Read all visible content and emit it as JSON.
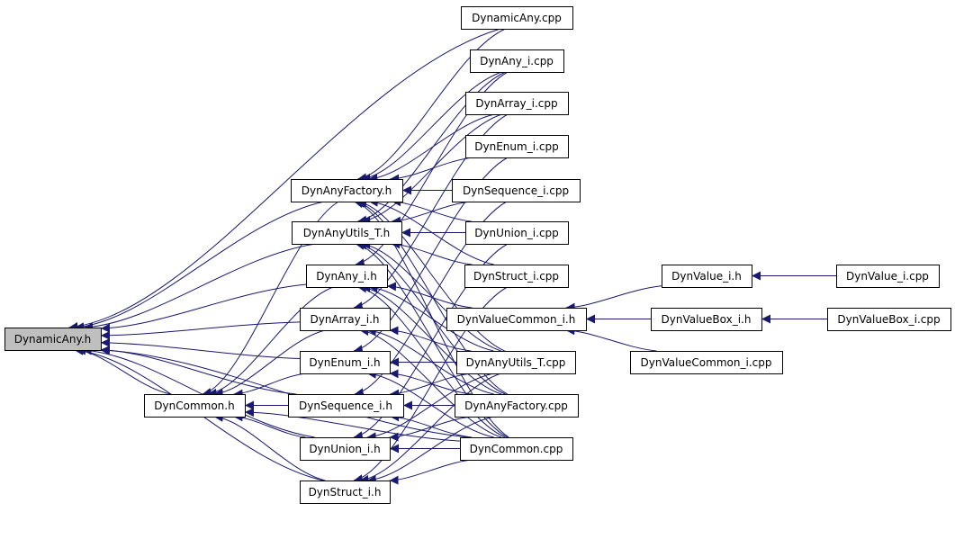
{
  "graph": {
    "title": "",
    "colors": {
      "edge": "#191970",
      "node_fill": "#ffffff",
      "focus_fill": "#bfbfbf",
      "border": "#000000"
    },
    "nodes": [
      {
        "id": "dynamicany_h",
        "label": "DynamicAny.h",
        "focus": true
      },
      {
        "id": "dyncommon_h",
        "label": "DynCommon.h"
      },
      {
        "id": "dynanyfactory_h",
        "label": "DynAnyFactory.h"
      },
      {
        "id": "dynanyutils_t_h",
        "label": "DynAnyUtils_T.h"
      },
      {
        "id": "dynany_i_h",
        "label": "DynAny_i.h"
      },
      {
        "id": "dynarray_i_h",
        "label": "DynArray_i.h"
      },
      {
        "id": "dynenum_i_h",
        "label": "DynEnum_i.h"
      },
      {
        "id": "dynsequence_i_h",
        "label": "DynSequence_i.h"
      },
      {
        "id": "dynunion_i_h",
        "label": "DynUnion_i.h"
      },
      {
        "id": "dynstruct_i_h",
        "label": "DynStruct_i.h"
      },
      {
        "id": "dynamicany_cpp",
        "label": "DynamicAny.cpp"
      },
      {
        "id": "dynany_i_cpp",
        "label": "DynAny_i.cpp"
      },
      {
        "id": "dynarray_i_cpp",
        "label": "DynArray_i.cpp"
      },
      {
        "id": "dynenum_i_cpp",
        "label": "DynEnum_i.cpp"
      },
      {
        "id": "dynsequence_i_cpp",
        "label": "DynSequence_i.cpp"
      },
      {
        "id": "dynunion_i_cpp",
        "label": "DynUnion_i.cpp"
      },
      {
        "id": "dynstruct_i_cpp",
        "label": "DynStruct_i.cpp"
      },
      {
        "id": "dynvaluecommon_i_h",
        "label": "DynValueCommon_i.h"
      },
      {
        "id": "dynanyutils_t_cpp",
        "label": "DynAnyUtils_T.cpp"
      },
      {
        "id": "dynanyfactory_cpp",
        "label": "DynAnyFactory.cpp"
      },
      {
        "id": "dyncommon_cpp",
        "label": "DynCommon.cpp"
      },
      {
        "id": "dynvalue_i_h",
        "label": "DynValue_i.h"
      },
      {
        "id": "dynvaluebox_i_h",
        "label": "DynValueBox_i.h"
      },
      {
        "id": "dynvaluecommon_i_cpp",
        "label": "DynValueCommon_i.cpp"
      },
      {
        "id": "dynvalue_i_cpp",
        "label": "DynValue_i.cpp"
      },
      {
        "id": "dynvaluebox_i_cpp",
        "label": "DynValueBox_i.cpp"
      }
    ],
    "edges": [
      [
        "dynamicany_h",
        "dynamicany_cpp"
      ],
      [
        "dynamicany_h",
        "dynanyfactory_h"
      ],
      [
        "dynamicany_h",
        "dynanyutils_t_h"
      ],
      [
        "dynamicany_h",
        "dynany_i_h"
      ],
      [
        "dynamicany_h",
        "dynarray_i_h"
      ],
      [
        "dynamicany_h",
        "dynenum_i_h"
      ],
      [
        "dynamicany_h",
        "dyncommon_h"
      ],
      [
        "dynamicany_h",
        "dynsequence_i_h"
      ],
      [
        "dynamicany_h",
        "dynunion_i_h"
      ],
      [
        "dynamicany_h",
        "dynstruct_i_h"
      ],
      [
        "dynamicany_h",
        "dyncommon_cpp"
      ],
      [
        "dyncommon_h",
        "dynanyfactory_h"
      ],
      [
        "dyncommon_h",
        "dynany_i_h"
      ],
      [
        "dyncommon_h",
        "dynarray_i_h"
      ],
      [
        "dyncommon_h",
        "dynenum_i_h"
      ],
      [
        "dyncommon_h",
        "dynsequence_i_h"
      ],
      [
        "dyncommon_h",
        "dynunion_i_h"
      ],
      [
        "dyncommon_h",
        "dynstruct_i_h"
      ],
      [
        "dyncommon_h",
        "dyncommon_cpp"
      ],
      [
        "dynanyfactory_h",
        "dynamicany_cpp"
      ],
      [
        "dynanyfactory_h",
        "dynany_i_cpp"
      ],
      [
        "dynanyfactory_h",
        "dynarray_i_cpp"
      ],
      [
        "dynanyfactory_h",
        "dynenum_i_cpp"
      ],
      [
        "dynanyfactory_h",
        "dynsequence_i_cpp"
      ],
      [
        "dynanyfactory_h",
        "dynunion_i_cpp"
      ],
      [
        "dynanyfactory_h",
        "dynstruct_i_cpp"
      ],
      [
        "dynanyfactory_h",
        "dynanyutils_t_cpp"
      ],
      [
        "dynanyfactory_h",
        "dynanyfactory_cpp"
      ],
      [
        "dynanyfactory_h",
        "dyncommon_cpp"
      ],
      [
        "dynanyutils_t_h",
        "dynany_i_cpp"
      ],
      [
        "dynanyutils_t_h",
        "dynarray_i_cpp"
      ],
      [
        "dynanyutils_t_h",
        "dynsequence_i_cpp"
      ],
      [
        "dynanyutils_t_h",
        "dynunion_i_cpp"
      ],
      [
        "dynanyutils_t_h",
        "dynstruct_i_cpp"
      ],
      [
        "dynanyutils_t_h",
        "dynanyutils_t_cpp"
      ],
      [
        "dynanyutils_t_h",
        "dynanyfactory_cpp"
      ],
      [
        "dynanyutils_t_h",
        "dyncommon_cpp"
      ],
      [
        "dynany_i_h",
        "dynany_i_cpp"
      ],
      [
        "dynany_i_h",
        "dynvaluecommon_i_h"
      ],
      [
        "dynany_i_h",
        "dynanyutils_t_cpp"
      ],
      [
        "dynany_i_h",
        "dynanyfactory_cpp"
      ],
      [
        "dynany_i_h",
        "dyncommon_cpp"
      ],
      [
        "dynarray_i_h",
        "dynarray_i_cpp"
      ],
      [
        "dynarray_i_h",
        "dynanyutils_t_cpp"
      ],
      [
        "dynarray_i_h",
        "dynanyfactory_cpp"
      ],
      [
        "dynarray_i_h",
        "dyncommon_cpp"
      ],
      [
        "dynenum_i_h",
        "dynenum_i_cpp"
      ],
      [
        "dynenum_i_h",
        "dynanyutils_t_cpp"
      ],
      [
        "dynenum_i_h",
        "dynanyfactory_cpp"
      ],
      [
        "dynenum_i_h",
        "dyncommon_cpp"
      ],
      [
        "dynsequence_i_h",
        "dynsequence_i_cpp"
      ],
      [
        "dynsequence_i_h",
        "dynanyutils_t_cpp"
      ],
      [
        "dynsequence_i_h",
        "dynanyfactory_cpp"
      ],
      [
        "dynsequence_i_h",
        "dyncommon_cpp"
      ],
      [
        "dynunion_i_h",
        "dynunion_i_cpp"
      ],
      [
        "dynunion_i_h",
        "dynanyutils_t_cpp"
      ],
      [
        "dynunion_i_h",
        "dynanyfactory_cpp"
      ],
      [
        "dynunion_i_h",
        "dyncommon_cpp"
      ],
      [
        "dynstruct_i_h",
        "dynstruct_i_cpp"
      ],
      [
        "dynstruct_i_h",
        "dynanyutils_t_cpp"
      ],
      [
        "dynstruct_i_h",
        "dynanyfactory_cpp"
      ],
      [
        "dynstruct_i_h",
        "dyncommon_cpp"
      ],
      [
        "dynvaluecommon_i_h",
        "dynvalue_i_h"
      ],
      [
        "dynvaluecommon_i_h",
        "dynvaluebox_i_h"
      ],
      [
        "dynvaluecommon_i_h",
        "dynvaluecommon_i_cpp"
      ],
      [
        "dynvalue_i_h",
        "dynvalue_i_cpp"
      ],
      [
        "dynvaluebox_i_h",
        "dynvaluebox_i_cpp"
      ]
    ]
  }
}
